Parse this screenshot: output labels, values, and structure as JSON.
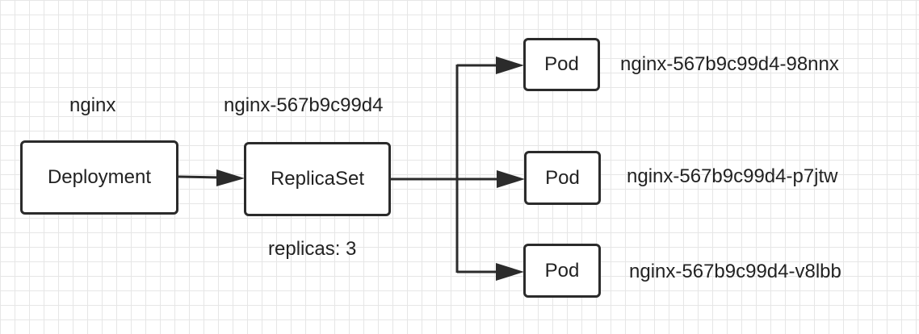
{
  "nodes": {
    "deployment": "Deployment",
    "replicaset": "ReplicaSet",
    "pods": [
      "Pod",
      "Pod",
      "Pod"
    ]
  },
  "labels": {
    "deployment_name": "nginx",
    "replicaset_name": "nginx-567b9c99d4",
    "replicas": "replicas: 3",
    "pod_names": [
      "nginx-567b9c99d4-98nnx",
      "nginx-567b9c99d4-p7jtw",
      "nginx-567b9c99d4-v8lbb"
    ]
  },
  "colors": {
    "stroke": "#2b2b2b",
    "grid": "#e6e6e6",
    "text": "#222222"
  }
}
